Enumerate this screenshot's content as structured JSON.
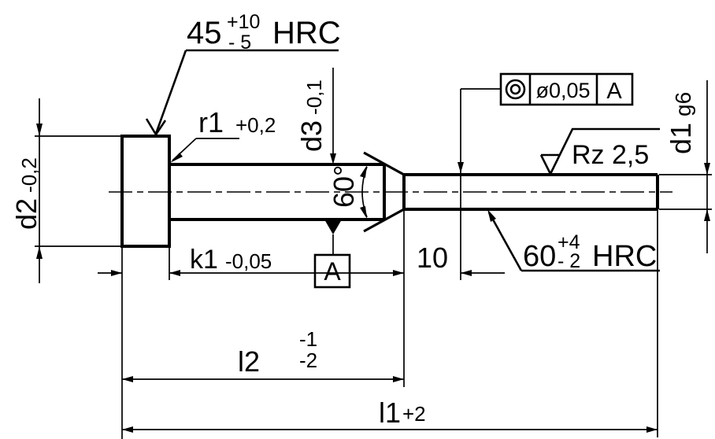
{
  "labels": {
    "head_hardness": {
      "value": "45",
      "plus": "+10",
      "minus": "- 5",
      "scale": "HRC"
    },
    "fillet": {
      "name": "r1",
      "tol": "+0,2"
    },
    "d3": {
      "name": "d3",
      "tol": "-0,1"
    },
    "concentricity": {
      "tolerance": "ø0,05",
      "datum": "A"
    },
    "roughness": {
      "value": "Rz 2,5"
    },
    "d1": {
      "name": "d1",
      "fit": "g6"
    },
    "d2": {
      "name": "d2",
      "tol": "-0,2"
    },
    "angle": {
      "value": "60°"
    },
    "k1": {
      "name": "k1",
      "tol": "-0,05"
    },
    "datum": {
      "value": "A"
    },
    "dim10": {
      "value": "10"
    },
    "shaft_hardness": {
      "value": "60",
      "plus": "+4",
      "minus": "- 2",
      "scale": "HRC"
    },
    "l2": {
      "name": "l2",
      "plus": "-1",
      "minus": "-2"
    },
    "l1": {
      "name": "l1",
      "tol": "+2"
    }
  },
  "colors": {
    "line": "#000000",
    "background": "#ffffff"
  }
}
